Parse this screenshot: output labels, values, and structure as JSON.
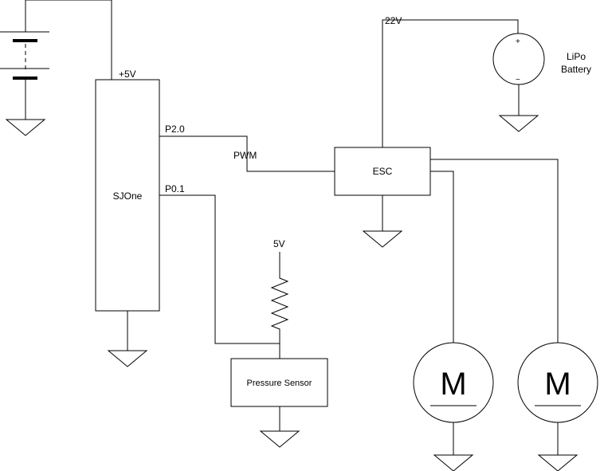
{
  "components": {
    "controller": {
      "label": "SJOne"
    },
    "esc": {
      "label": "ESC"
    },
    "pressure_sensor": {
      "label": "Pressure Sensor"
    },
    "lipo": {
      "label_line1": "LiPo",
      "label_line2": "Battery",
      "plus": "+",
      "minus": "−"
    },
    "motor_1": {
      "label": "M"
    },
    "motor_2": {
      "label": "M"
    }
  },
  "nets": {
    "controller_supply": "+5V",
    "pin_pwm": "P2.0",
    "pin_sensor": "P0.1",
    "pwm_signal": "PWM",
    "sensor_supply": "5V",
    "esc_supply": "22V"
  }
}
